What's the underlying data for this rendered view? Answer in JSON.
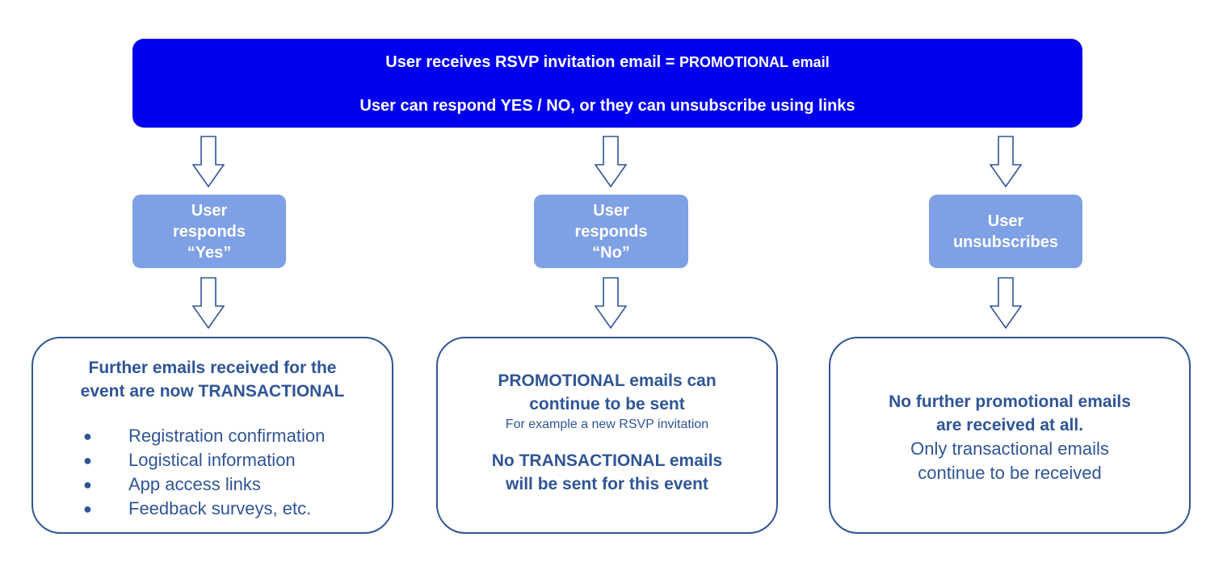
{
  "top": {
    "line1_bold": "User receives RSVP invitation email = ",
    "line1_emph": "PROMOTIONAL email",
    "line2": "User can respond YES / NO, or they can unsubscribe using links"
  },
  "branches": [
    {
      "label": [
        "User",
        "responds",
        "“Yes”"
      ]
    },
    {
      "label": [
        "User",
        "responds",
        "“No”"
      ]
    },
    {
      "label": [
        "User",
        "unsubscribes"
      ]
    }
  ],
  "outcome_yes": {
    "heading": [
      "Further emails received for the",
      "event are now TRANSACTIONAL"
    ],
    "bullets": [
      "Registration confirmation",
      "Logistical information",
      "App access links",
      "Feedback surveys, etc."
    ]
  },
  "outcome_no": {
    "heading": [
      "PROMOTIONAL emails can",
      "continue to be sent"
    ],
    "note": "For example a new RSVP invitation",
    "footer": [
      "No TRANSACTIONAL emails",
      "will be sent for this event"
    ]
  },
  "outcome_unsub": {
    "heading": [
      "No further promotional emails",
      "are received at all."
    ],
    "body": [
      "Only transactional emails",
      "continue to be received"
    ]
  },
  "colors": {
    "top_fill": "#0000ee",
    "mid_fill": "#7ea0e4",
    "card_stroke": "#2f5596",
    "text_dark": "#2f5596"
  }
}
